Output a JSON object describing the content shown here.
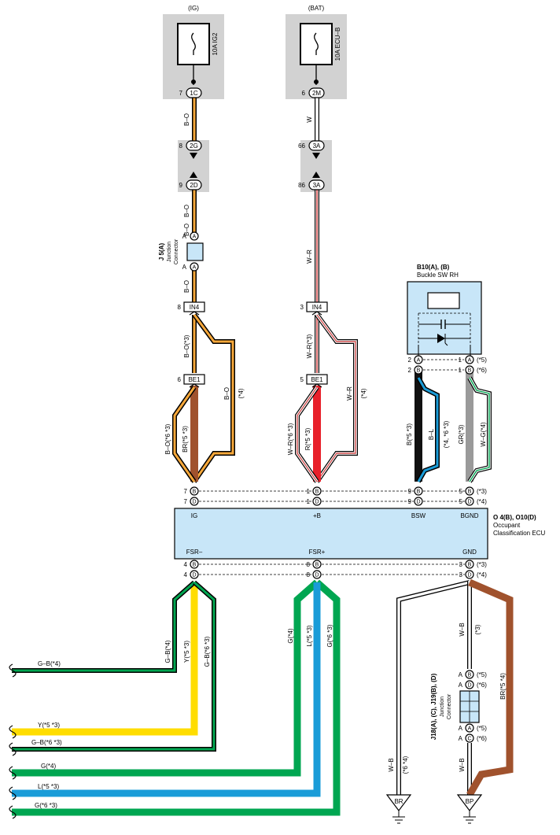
{
  "fuses": [
    {
      "source": "(IG)",
      "name": "10A IG2",
      "pin": "7",
      "conn": "1C"
    },
    {
      "source": "(BAT)",
      "name": "10A ECU–B",
      "pin": "6",
      "conn": "2M"
    }
  ],
  "wires": {
    "ig_bo_1": "B–O",
    "ig_bo_2": "B–O",
    "ig_bo_3": "B–O",
    "ig_bo_4": "B–O",
    "ig_bo3": "B–O(*3)",
    "ig_bo4": "B–O",
    "ig_star4": "(*4)",
    "ig_bo63": "B–O(*6 *3)",
    "ig_br53": "BR(*5 *3)",
    "b_w": "W",
    "b_wr_1": "W–R",
    "b_wr3": "W–R(*3)",
    "b_wr_2": "W–R",
    "b_star4": "(*4)",
    "b_wr63": "W–R(*6 *3)",
    "b_r53": "R(*5 *3)",
    "bsw_b53": "B(*5 *3)",
    "bsw_bl": "B–L",
    "bsw_463": "(*4, *6 *3)",
    "bg_gr3": "GR(*3)",
    "bg_wg4": "W–G(*4)",
    "f_gb4": "G–B(*4)",
    "f_y53": "Y(*5 *3)",
    "f_gb63": "G–B(*6 *3)",
    "fp_g4": "G(*4)",
    "fp_l53": "L(*5 *3)",
    "fp_g63": "G(*6 *3)",
    "gnd_wb_1": "W–B",
    "gnd_star3": "(*3)",
    "gnd_wb_2": "W–B",
    "gnd_wb_3": "W–B",
    "gnd_64": "(*6 *4)",
    "gnd_br54": "BR(*5 *4)"
  },
  "offpage": [
    {
      "label": "G–B(*4)"
    },
    {
      "label": "Y(*5 *3)"
    },
    {
      "label": "G–B(*6 *3)"
    },
    {
      "label": "G(*4)"
    },
    {
      "label": "L(*5 *3)"
    },
    {
      "label": "G(*6 *3)"
    }
  ],
  "connectors": {
    "c2g": {
      "code": "2G",
      "pin": "8"
    },
    "c2d": {
      "code": "2D",
      "pin": "9"
    },
    "c3a_top": {
      "code": "3A",
      "pin": "66"
    },
    "c3a_bot": {
      "code": "3A",
      "pin": "86"
    },
    "c2m": {
      "code": "2M",
      "pin": "6"
    },
    "in4_l": {
      "code": "IN4",
      "pin": "8"
    },
    "in4_r": {
      "code": "IN4",
      "pin": "3"
    },
    "be1_l": {
      "code": "BE1",
      "pin": "6"
    },
    "be1_r": {
      "code": "BE1",
      "pin": "5"
    }
  },
  "j5": {
    "code": "J 5(A)",
    "desc1": "Junction",
    "desc2": "Connector",
    "pin_a": "A"
  },
  "buckle": {
    "code": "B10(A), (B)",
    "name": "Buckle SW RH",
    "rows": [
      {
        "pin": "2",
        "letter": "A",
        "pin2": "1",
        "letter2": "A",
        "tag": "(*5)"
      },
      {
        "pin": "2",
        "letter": "B",
        "pin2": "1",
        "letter2": "B",
        "tag": "(*6)"
      }
    ]
  },
  "ecu": {
    "code": "O 4(B), O10(D)",
    "name1": "Occupant",
    "name2": "Classification ECU",
    "terms_top": [
      "IG",
      "+B",
      "BSW",
      "BGND"
    ],
    "terms_bot": [
      "FSR–",
      "FSR+",
      "GND"
    ],
    "top_rows": [
      {
        "pins": [
          "7",
          "1",
          "9",
          "5"
        ],
        "letter": "B",
        "tag": "(*3)"
      },
      {
        "pins": [
          "7",
          "1",
          "9",
          "5"
        ],
        "letter": "D",
        "tag": "(*4)"
      }
    ],
    "bot_rows": [
      {
        "pins": [
          "4",
          "8",
          "3"
        ],
        "letter": "B",
        "tag": "(*3)"
      },
      {
        "pins": [
          "4",
          "8",
          "3"
        ],
        "letter": "D",
        "tag": "(*4)"
      }
    ]
  },
  "j18": {
    "code": "J18(A), (C), J19(B), (D)",
    "desc1": "Junction",
    "desc2": "Connector",
    "rows": [
      {
        "a": "A",
        "l": "B",
        "tag": "(*5)"
      },
      {
        "a": "A",
        "l": "D",
        "tag": "(*6)"
      },
      {
        "a": "A",
        "l": "A",
        "tag": "(*5)"
      },
      {
        "a": "A",
        "l": "C",
        "tag": "(*6)"
      }
    ]
  },
  "grounds": [
    {
      "code": "BR"
    },
    {
      "code": "BP"
    }
  ],
  "colors": {
    "orange": "#f7a83a",
    "brown": "#a0522d",
    "red": "#e8202a",
    "pink": "#d45050",
    "black": "#111111",
    "blue": "#1a9cd8",
    "gray": "#9a9a9a",
    "green": "#00a651",
    "yellow": "#ffdd00",
    "box_bg": "#d2d2d2",
    "comp_bg": "#c8e6f8"
  }
}
